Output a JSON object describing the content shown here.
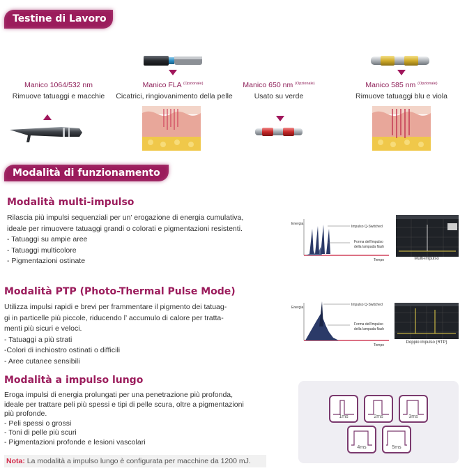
{
  "sections": {
    "testine_title": "Testine di Lavoro",
    "modalita_title": "Modalità di funzionamento"
  },
  "handpieces": [
    {
      "title": "Manico 1064/532 nm",
      "optional": "",
      "desc": "Rimuove tatuaggi e macchie"
    },
    {
      "title": "Manico FLA",
      "optional": "(Opzionale)",
      "desc": "Cicatrici, ringiovanimento della pelle"
    },
    {
      "title": "Manico 650 nm",
      "optional": "(Opzionale)",
      "desc": "Usato su verde"
    },
    {
      "title": "Manico 585 nm",
      "optional": "(Opzionale)",
      "desc": "Rimuove tatuaggi blu e viola"
    }
  ],
  "modes": {
    "multi": {
      "title": "Modalità multi-impulso",
      "lines": [
        "Rilascia più impulsi sequenziali per un’ erogazione di energia cumulativa,",
        "ideale per rimuovere tatuaggi grandi o colorati e pigmentazioni resistenti.",
        "- Tatuaggi su ampie aree",
        "- Tatuaggi multicolore",
        "- Pigmentazioni ostinate"
      ],
      "chart": {
        "y_label": "Energia",
        "x_label": "Tempo",
        "label_qswitch": "Impulso Q-Switched",
        "label_flash_1": "Forma dell'impulso",
        "label_flash_2": "della lampada flash",
        "scope_caption": "Multi-impulso"
      }
    },
    "ptp": {
      "title": "Modalità PTP (Photo-Thermal Pulse Mode)",
      "lines": [
        "Utilizza impulsi rapidi e brevi per frammentare il pigmento dei tatuag-",
        "gi in particelle più piccole, riducendo l’ accumulo di calore per tratta-",
        "menti più sicuri e veloci.",
        "- Tatuaggi a più strati",
        "-Colori di inchiostro ostinati o difficili",
        "- Aree cutanee sensibili"
      ],
      "chart": {
        "y_label": "Energia",
        "x_label": "Tempo",
        "label_qswitch": "Impulso Q-Switched",
        "label_flash_1": "Forma dell'impulso",
        "label_flash_2": "della lampada flash",
        "scope_caption": "Doppio impulso (RTP)"
      }
    },
    "long": {
      "title": "Modalità a impulso lungo",
      "lines": [
        "Eroga impulsi di energia prolungati per una penetrazione più profonda,",
        "ideale per trattare peli più spessi e tipi di pelle scura, oltre a pigmentazioni",
        "più profonde.",
        "- Peli spessi o grossi",
        "- Toni di pelle più scuri",
        "- Pigmentazioni profonde e lesioni vascolari"
      ],
      "pulse_widths": [
        "1ms",
        "2ms",
        "3ms",
        "4ms",
        "5ms"
      ]
    }
  },
  "note": {
    "label": "Nota:",
    "text": " La modalità a impulso lungo è configurata per macchine da 1200 mJ."
  },
  "colors": {
    "brand": "#9b1c5c",
    "accent_triangle": "#a0175c",
    "note_label": "#d42a4a"
  }
}
